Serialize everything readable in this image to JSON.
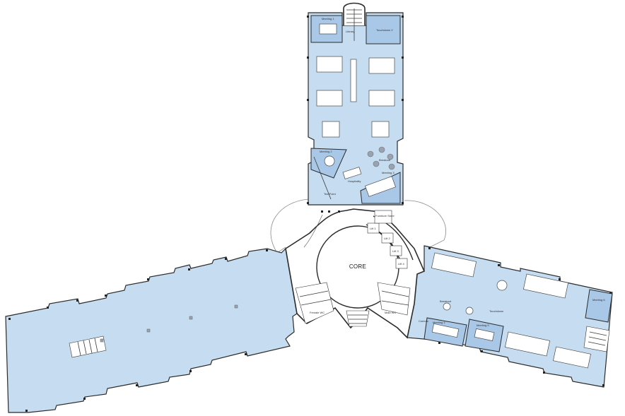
{
  "core": {
    "label": "CORE"
  },
  "north_wing": {
    "rooms": [
      {
        "key": "meeting_1",
        "label": "Meeting 1"
      },
      {
        "key": "touchdown_2",
        "label": "Touchdown 2"
      },
      {
        "key": "library",
        "label": "Library"
      },
      {
        "key": "meeting_2",
        "label": "Meeting 2"
      },
      {
        "key": "hospitality",
        "label": "Hospitality"
      },
      {
        "key": "breakout",
        "label": "Breakout"
      },
      {
        "key": "meeting_3",
        "label": "Meeting 3"
      },
      {
        "key": "tea_point",
        "label": "Tea Point"
      }
    ]
  },
  "core_rooms": {
    "furniture_store": "Furniture Store",
    "lift_1": "Lift 1",
    "lift_2": "Lift 2",
    "lift_3": "Lift 3",
    "lift_4": "Lift 4",
    "female_wc": "Female WC",
    "male_wc": "Male WC"
  },
  "east_wing": {
    "rooms": [
      {
        "key": "breakout",
        "label": "Breakout"
      },
      {
        "key": "meeting_4",
        "label": "Meeting 4"
      },
      {
        "key": "meeting_5",
        "label": "Meeting 5"
      },
      {
        "key": "meeting_6",
        "label": "Meeting 6"
      },
      {
        "key": "comms",
        "label": "Comms"
      },
      {
        "key": "touchdown",
        "label": "Touchdown"
      }
    ]
  },
  "colors": {
    "floor": "#c6dcf1",
    "floor_accent": "#a9c8e8",
    "wall": "#2b2b2b",
    "background": "#ffffff"
  }
}
